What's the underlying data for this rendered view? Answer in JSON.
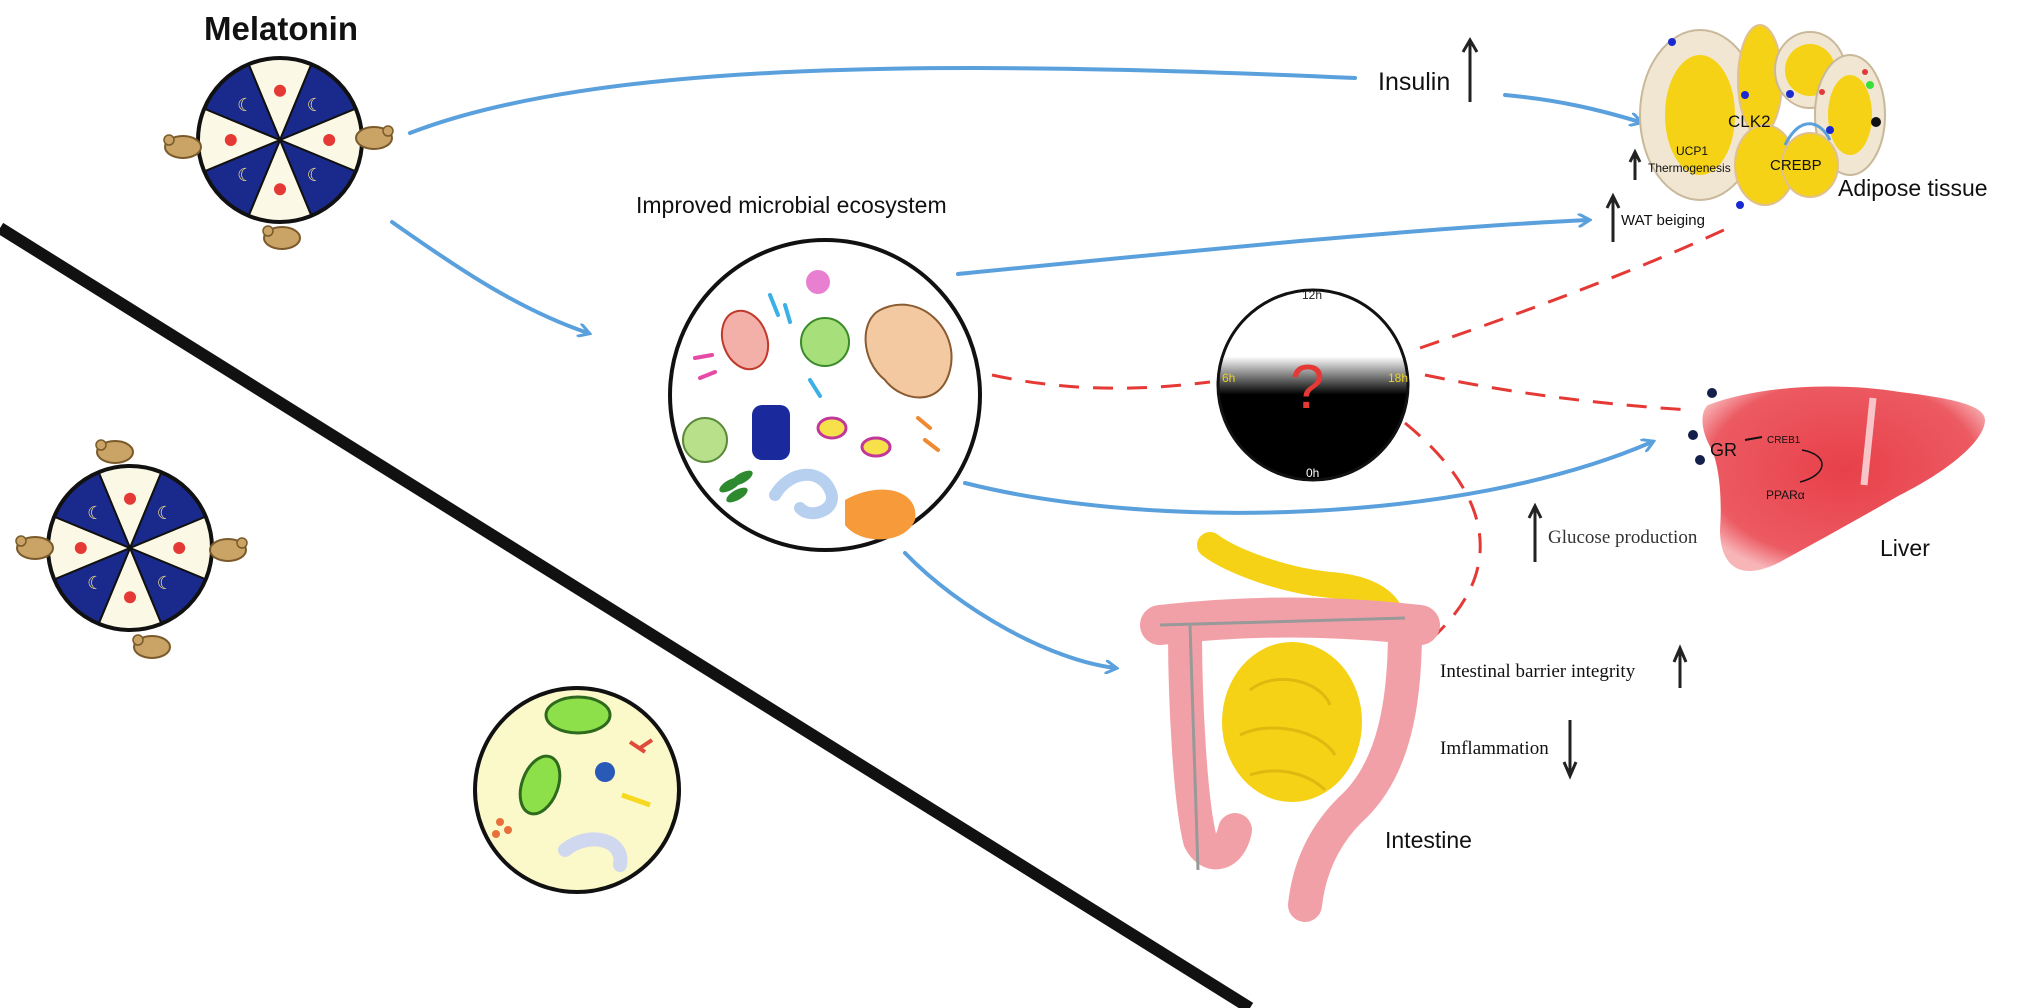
{
  "title": "Melatonin",
  "labels": {
    "insulin": "Insulin",
    "improved_ecosystem": "Improved microbial ecosystem",
    "adipose": "Adipose tissue",
    "clk2": "CLK2",
    "ucp1": "UCP1",
    "thermogenesis": "Thermogenesis",
    "crebp": "CREBP",
    "wat_beiging": "WAT beiging",
    "liver": "Liver",
    "gr": "GR",
    "creb1": "CREB1",
    "ppara": "PPARα",
    "glucose": "Glucose production",
    "barrier": "Intestinal barrier integrity",
    "inflammation": "Imflammation",
    "intestine": "Intestine"
  },
  "clock": {
    "h12": "12h",
    "h6": "6h",
    "h18": "18h",
    "h0": "0h",
    "question": "?"
  },
  "colors": {
    "arrow_blue": "#5aa0dc",
    "dashed_red": "#e53935",
    "wheel_navy": "#1a2a8c",
    "liver_red": "#e8404a",
    "fat_yellow": "#f5d215",
    "intestine_pink": "#f2a0a8"
  },
  "icons": {
    "clock": "day-night-clock-icon",
    "up_arrow": "up-arrow-icon",
    "down_arrow": "down-arrow-icon",
    "rat": "rat-icon"
  }
}
